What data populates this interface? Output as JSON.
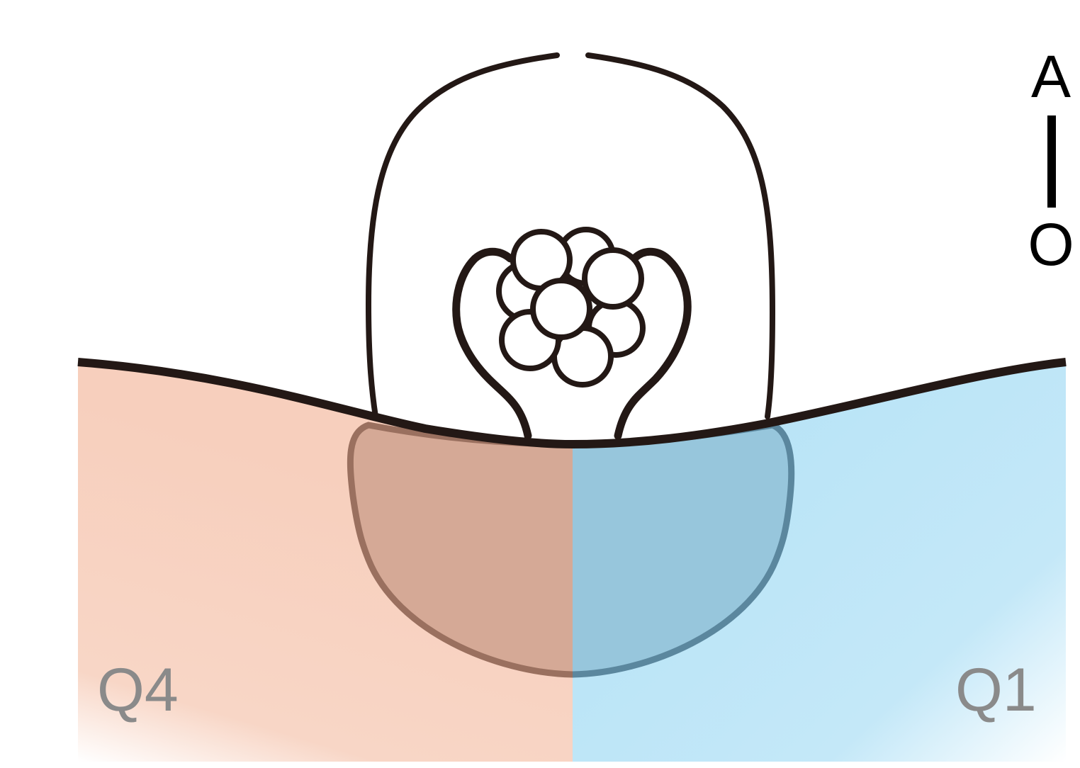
{
  "axis": {
    "top_label": "A",
    "bottom_label": "O"
  },
  "quadrants": {
    "left_label": "Q4",
    "right_label": "Q1"
  },
  "colors": {
    "stroke": "#231815",
    "left_region": "#f7cfbd",
    "right_region": "#b6e3f6",
    "left_overlap": "#d5a996",
    "right_overlap": "#97c6dc",
    "left_overlap_stroke": "#9a705f",
    "right_overlap_stroke": "#5b879e",
    "quadrant_text": "#8a8a8a",
    "axis_text": "#000000"
  },
  "icons": {
    "cluster": "cell-cluster-icon",
    "axis_bar": "orientation-axis-icon"
  }
}
